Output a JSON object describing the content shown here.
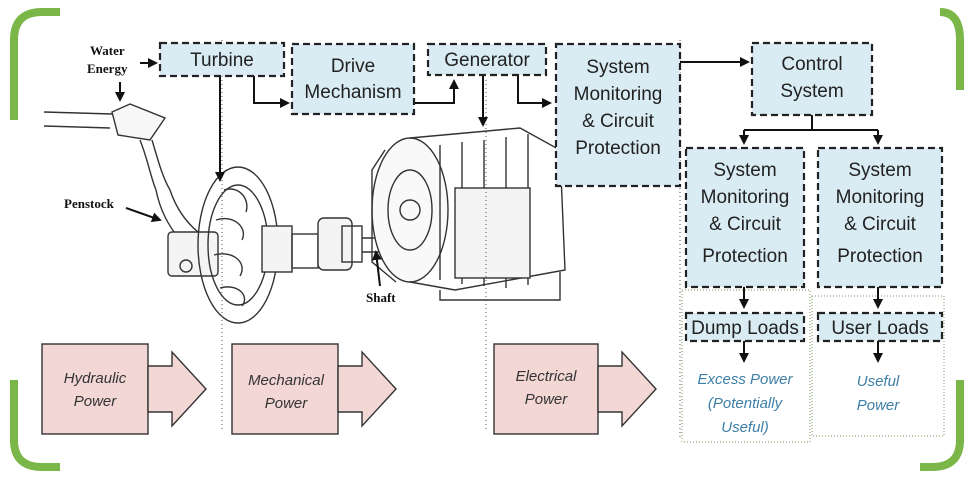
{
  "colors": {
    "frame_accent": "#7ab648",
    "box_fill": "#d9ebf3",
    "power_fill": "#f2d7d5",
    "useful_text": "#3d7fa6"
  },
  "labels": {
    "water_energy_line1": "Water",
    "water_energy_line2": "Energy",
    "penstock": "Penstock",
    "shaft": "Shaft"
  },
  "boxes": {
    "turbine": "Turbine",
    "drive_line1": "Drive",
    "drive_line2": "Mechanism",
    "generator": "Generator",
    "smcp_main_1": "System",
    "smcp_main_2": "Monitoring",
    "smcp_main_3": "& Circuit",
    "smcp_main_4": "Protection",
    "control_1": "Control",
    "control_2": "System",
    "smcp_left_1": "System",
    "smcp_left_2": "Monitoring",
    "smcp_left_3": "& Circuit",
    "smcp_left_4": "Protection",
    "smcp_right_1": "System",
    "smcp_right_2": "Monitoring",
    "smcp_right_3": "& Circuit",
    "smcp_right_4": "Protection",
    "dump_loads": "Dump Loads",
    "user_loads": "User Loads"
  },
  "outputs": {
    "excess_1": "Excess Power",
    "excess_2": "(Potentially",
    "excess_3": "Useful)",
    "useful_1": "Useful",
    "useful_2": "Power"
  },
  "power_stages": {
    "hydraulic_1": "Hydraulic",
    "hydraulic_2": "Power",
    "mechanical_1": "Mechanical",
    "mechanical_2": "Power",
    "electrical_1": "Electrical",
    "electrical_2": "Power"
  }
}
